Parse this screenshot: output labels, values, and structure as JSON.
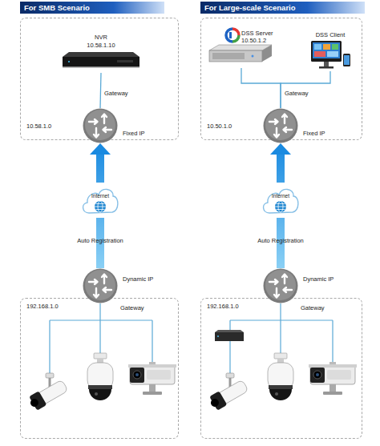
{
  "diagram": {
    "nodes": [
      {
        "text": [
          "10.58.1.0"
        ]
      },
      {
        "text": [
          "NVR",
          "10.58.1.10"
        ],
        "in": 0
      },
      {
        "text": [
          "10.50.1.0"
        ]
      },
      {
        "text": [
          "DSS Server",
          "10.50.1.2"
        ],
        "in": 2
      },
      {
        "text": [
          "DSS Client"
        ],
        "in": 2
      },
      {
        "text": [
          "Fixed IP"
        ]
      },
      {
        "text": [
          "Fixed IP"
        ]
      },
      {
        "text": [
          "Internet"
        ]
      },
      {
        "text": [
          "Internet"
        ]
      },
      {
        "text": [
          "Dynamic IP"
        ]
      },
      {
        "text": [
          "Dynamic IP"
        ]
      },
      {
        "text": [
          "192.168.1.0"
        ]
      },
      {
        "text": [
          "192.168.1.0"
        ]
      }
    ],
    "edges": [
      {
        "from": 1,
        "to": 5,
        "label": "Gateway",
        "arrow": "none"
      },
      {
        "from": 3,
        "to": 6,
        "label": "Gateway",
        "arrow": "none"
      },
      {
        "from": 4,
        "to": 6,
        "arrow": "none"
      },
      {
        "from": 9,
        "to": 7,
        "label": "Auto Registration",
        "arrow": "none"
      },
      {
        "from": 7,
        "to": 5,
        "arrow": "to"
      },
      {
        "from": 10,
        "to": 8,
        "label": "Auto Registration",
        "arrow": "none"
      },
      {
        "from": 8,
        "to": 6,
        "arrow": "to"
      }
    ],
    "labels": [
      "For SMB Scenario",
      "For Large-scale Scenario",
      "Gateway",
      "Gateway"
    ]
  }
}
